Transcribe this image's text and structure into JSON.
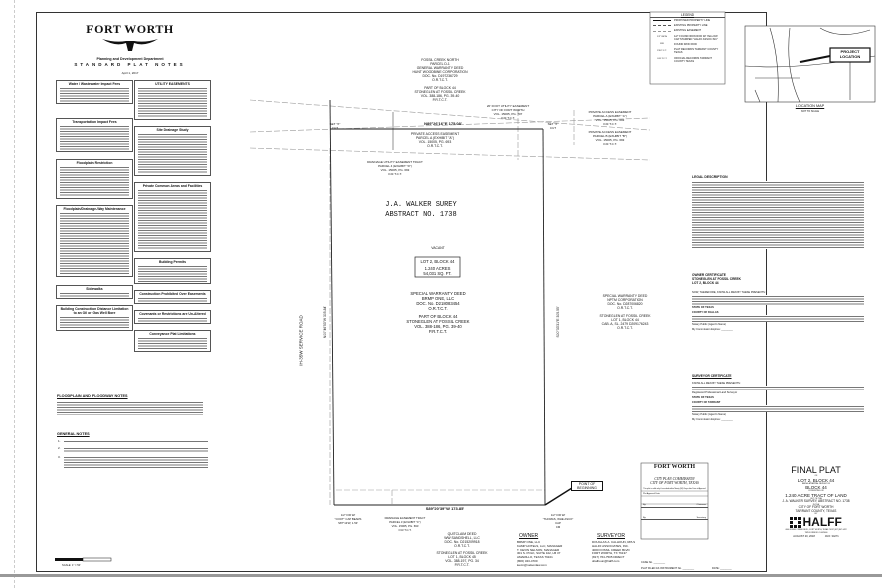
{
  "header": {
    "logo_text": "FORT WORTH",
    "department": "Planning and Development Department",
    "title": "STANDARD PLAT NOTES",
    "date": "April 1, 2017"
  },
  "notes_left": [
    {
      "title": "Water / Wastewater Impact Fees"
    },
    {
      "title": "Transportation Impact Fees"
    },
    {
      "title": "Floodplain Restriction"
    },
    {
      "title": "Floodplain/Drainage-Way Maintenance"
    },
    {
      "title": "Sidewalks"
    },
    {
      "title": "Building Construction Distance Limitation to an Oil or Gas Well Bore"
    }
  ],
  "notes_right": [
    {
      "title": "UTILITY EASEMENTS"
    },
    {
      "title": "Site Drainage Study"
    },
    {
      "title": "Private Common Areas and Facilities"
    },
    {
      "title": "Building Permits"
    },
    {
      "title": "Construction Prohibited Over Easements"
    },
    {
      "title": "Covenants or Restrictions are Un-Altered"
    },
    {
      "title": "Conveyance Plat Limitations"
    }
  ],
  "floodplain_heading": "FLOODPLAIN AND FLOODWAY NOTES",
  "general_notes_heading": "GENERAL NOTES",
  "general_notes": [
    "1.",
    "2.",
    "3."
  ],
  "plat": {
    "north_adjoiner": "FOSSIL CREEK NORTH\nPARCEL D-1\nGENERAL WARRANTY DEED\nHUNT WOODBINE CORPORATION\nDOC. No. D197236729\nO.R.T.C.T.",
    "north_adjoiner_part": "PART OF BLOCK 44\nSTONEGLEN AT FOSSIL CREEK\nVOL. 388-186, PG. 39-40\nP.R.T.C.T.",
    "north_bearing": "N89°26'16\"E  175.08'",
    "easement_1": "PRIVATE ACCESS EASEMENT\nPARCEL A (EXHIBIT \"A\")\nVOL. 15005, PG. 693\nO.R.T.C.T.",
    "easement_2": "20' FOOT UTILITY EASEMENT\nCITY OF FORT WORTH\nVOL. 15005, PG. 707\nO.R.T.C.T.",
    "easement_3": "PRIVATE ACCESS EASEMENT\nPARCEL A (EXHIBIT \"A\")\nVOL. 15005, PG. 693\nO.R.T.C.T.",
    "easement_4": "PRIVATE ACCESS EASEMENT\nPARCEL B (EXHIBIT \"B\")\nVOL. 15005, PG. 693\nO.R.T.C.T.",
    "drainage_easement_top": "DRAINAGE UTILITY EASEMENT TRACT\nPARCEL 4 (EXHIBIT \"D\")\nVOL. 15005, PG. 693\nO.R.T.C.T.",
    "set_x_1": "SET \"X\"\nCUT",
    "set_x_2": "SET \"X\"\nCUT",
    "survey_label": "J.A. WALKER SUREY\nABSTRACT NO. 1738",
    "vacant": "VACANT",
    "lot_label": "LOT 2, BLOCK 44",
    "lot_area": "1.240 ACRES\n54,031 SQ. FT.",
    "deed": "SPECIAL WARRANTY DEED\nBRMP ONE, LLC\nDOC. No. D218083454\nO.R.T.C.T.",
    "deed_part": "PART OF BLOCK 44\nSTONEGLEN AT FOSSIL CREEK\nVOL. 388-186, PG. 39-40\nP.R.T.C.T.",
    "east_adjoiner": "SPECIAL WARRANTY DEED\nNPTM CORPORATION\nDOC. No. D287006820\nO.R.T.C.T.",
    "east_adjoiner_part": "STONEGLEN AT FOSSIL CREEK\nLOT 1, BLOCK 44\nCAB. A, SL. 2479 D209176243\nO.R.T.C.T.",
    "east_bearing": "S00°33'31\"E  305.55'",
    "west_bearing": "N00°46'53\"W  305.84'",
    "road": "IH-35W SERVICE ROAD",
    "south_bearing": "S89°20'39\"W  173.85'",
    "pob": "POINT OF\nBEGINNING",
    "iron_rod_1": "1/2\" FIR W/\n\"COOT\" CAP BEARS\nS87°13'W, 1.53'",
    "iron_rod_2": "1/2\" FIR W/\n\"THOMAS, WHE ASCO\"\nCAP\nCM",
    "drainage_easement_bottom": "DRAINAGE EASEMENT TRACT\nPARCEL 3 (EXHIBIT \"C\")\nVOL. 15005, PG. 693\nO.R.T.C.T.",
    "south_adjoiner": "QUITCLAIM DEED\nWW SANDSHELL, LLC\nDOC. No. D215209918\nO.R.T.C.T.",
    "south_adjoiner_part": "STONEGLEN AT FOSSIL CREEK\nLOT 1, BLOCK 45\nVOL. 388-197, PG. 34\nP.R.T.C.T."
  },
  "owner": {
    "heading": "OWNER",
    "text": "BRMP ONE, LLC\nKAMP HOTELS, LLC, MANAGER\nT. KEVIN NELSON, MANAGER\n301 S. POLK, SUITE 102, LB 37\nAMARILLO, TEXAS 79101\n(806) 343-4700\nkevin@nelsonlaw.com"
  },
  "surveyor": {
    "heading": "SURVEYOR",
    "text": "DOUGLAS A. CALHOUN, RPLS\nHALFF ASSOCIATES, INC.\n4000 FOSSIL CREEK BLVD\nFORT WORTH, TX 76137\n(817) 764-7505 DIRECT\ndcalhoun@halff.com"
  },
  "legend": {
    "title": "LEGEND",
    "items": [
      "PROPOSED PROPERTY LINE",
      "EXISTING PROPERTY LINE",
      "EXISTING EASEMENT",
      "1/2\" FOUND IRON ROD W/ YELLOW CAP STAMPED \"HALFF ASSOC INC\"",
      "FOUND IRON ROD",
      "PLAT RECORDS TARRANT COUNTY TEXAS",
      "OFFICIAL RECORDS TARRANT COUNTY TEXAS"
    ],
    "abbr": [
      "",
      "",
      "",
      "1/2\" IRON",
      "FIR",
      "P.R.T.C.T.",
      "O.R.T.C.T."
    ]
  },
  "location_map": {
    "callout": "PROJECT\nLOCATION",
    "title": "LOCATION MAP",
    "subtitle": "NOT TO SCALE"
  },
  "legal_description_heading": "LEGAL DESCRIPTION",
  "owner_certificate": "OWNER CERTIFICATE\nSTONEGLEN AT FOSSIL CREEK\nLOT 2, BLOCK 44",
  "owner_cert_lines": [
    "NOW, THEREFORE, KNOW ALL MEN BY THESE PRESENTS:",
    "STATE OF TEXAS",
    "COUNTY OF DALLAS",
    "Notary Public (Agent's Name)",
    "My Commission Expires: ________"
  ],
  "surveyor_certificate": "SURVEYOR CERTIFICATE",
  "surveyor_cert_lines": [
    "KNOW ALL MEN BY THESE PRESENTS:",
    "Registered Professional Land Surveyor",
    "STATE OF TEXAS",
    "COUNTY OF TARRANT",
    "Notary Public (Agent's Name)",
    "My Commission Expires: ________"
  ],
  "city_plan": {
    "logo_text": "FORT WORTH",
    "line1": "CITY PLAN COMMISSION",
    "line2": "CITY OF FORT WORTH, TEXAS",
    "valid": "This plat is valid only if recorded within Ninety (90) Days after Date of Approval",
    "approval": "Plat Approval Date:",
    "by1": "By:",
    "chairman": "Chairman",
    "by2": "By:",
    "secretary": "Secretary"
  },
  "case_no": "CASE No. ________",
  "plat_filed": "PLAT FILED AS INSTRUMENT No. ________",
  "date_label": "DATE: ________",
  "title_block": {
    "title": "FINAL PLAT",
    "of": "OF",
    "lot": "LOT 2, BLOCK 44",
    "replat": "BEING A PARTIAL REPLAT OF",
    "block": "BLOCK 44",
    "consisting": "CONSISTING OF",
    "tract": "1.240 ACRE TRACT OF LAND",
    "out_of": "OUT OF THE",
    "survey": "J. A. WALKER SURVEY, ABSTRACT NO. 1738",
    "in_the": "IN THE",
    "city": "CITY OF FORT WORTH\nTARRANT COUNTY, TEXAS",
    "by": "BY",
    "firm": "HALFF",
    "firm_address": "4000 FOSSIL CREEK BLVD., FORT WORTH, TEXAS 76137 (817) 847-1422\nTBPLS FIRM NO. 10029600",
    "date": "AUGUST 20, 2018",
    "avo": "AVO: 34271"
  },
  "scale": {
    "label": "SCALE: 1\" = 50'"
  },
  "colors": {
    "ink": "#111111",
    "border": "#333333",
    "bar": "#999999"
  }
}
